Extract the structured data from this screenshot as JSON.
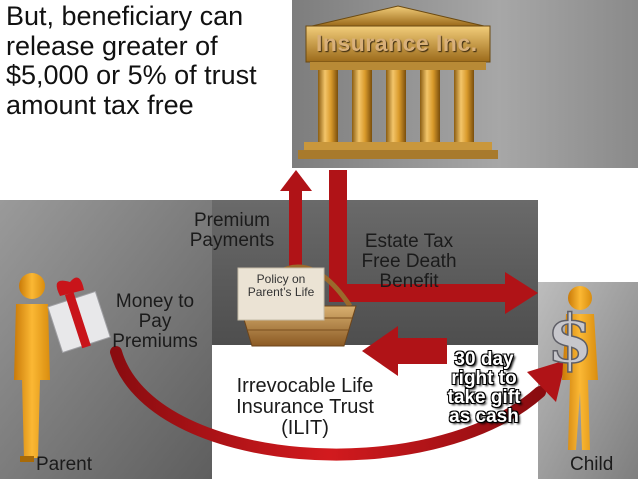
{
  "headline": "But, beneficiary can release greater of $5,000 or 5% of trust amount tax free",
  "bank": {
    "name": "Insurance Inc."
  },
  "labels": {
    "premium_payments": "Premium Payments",
    "money_to_pay": "Money to Pay Premiums",
    "policy": "Policy on Parent’s Life",
    "estate_tax": "Estate Tax Free Death Benefit",
    "ilit": "Irrevocable Life Insurance Trust (ILIT)",
    "thirty_day": "30 day right to take gift as cash",
    "parent": "Parent",
    "child": "Child"
  },
  "icons": [
    "bank-building-icon",
    "parent-figure-icon",
    "gift-box-icon",
    "basket-icon",
    "child-figure-icon",
    "dollar-sign-icon"
  ],
  "colors": {
    "arrow_red": "#b01317",
    "gray_panel": "#8f8f8f",
    "bank_gold": "#c99a3c",
    "figure_orange": "#f3a21a"
  }
}
